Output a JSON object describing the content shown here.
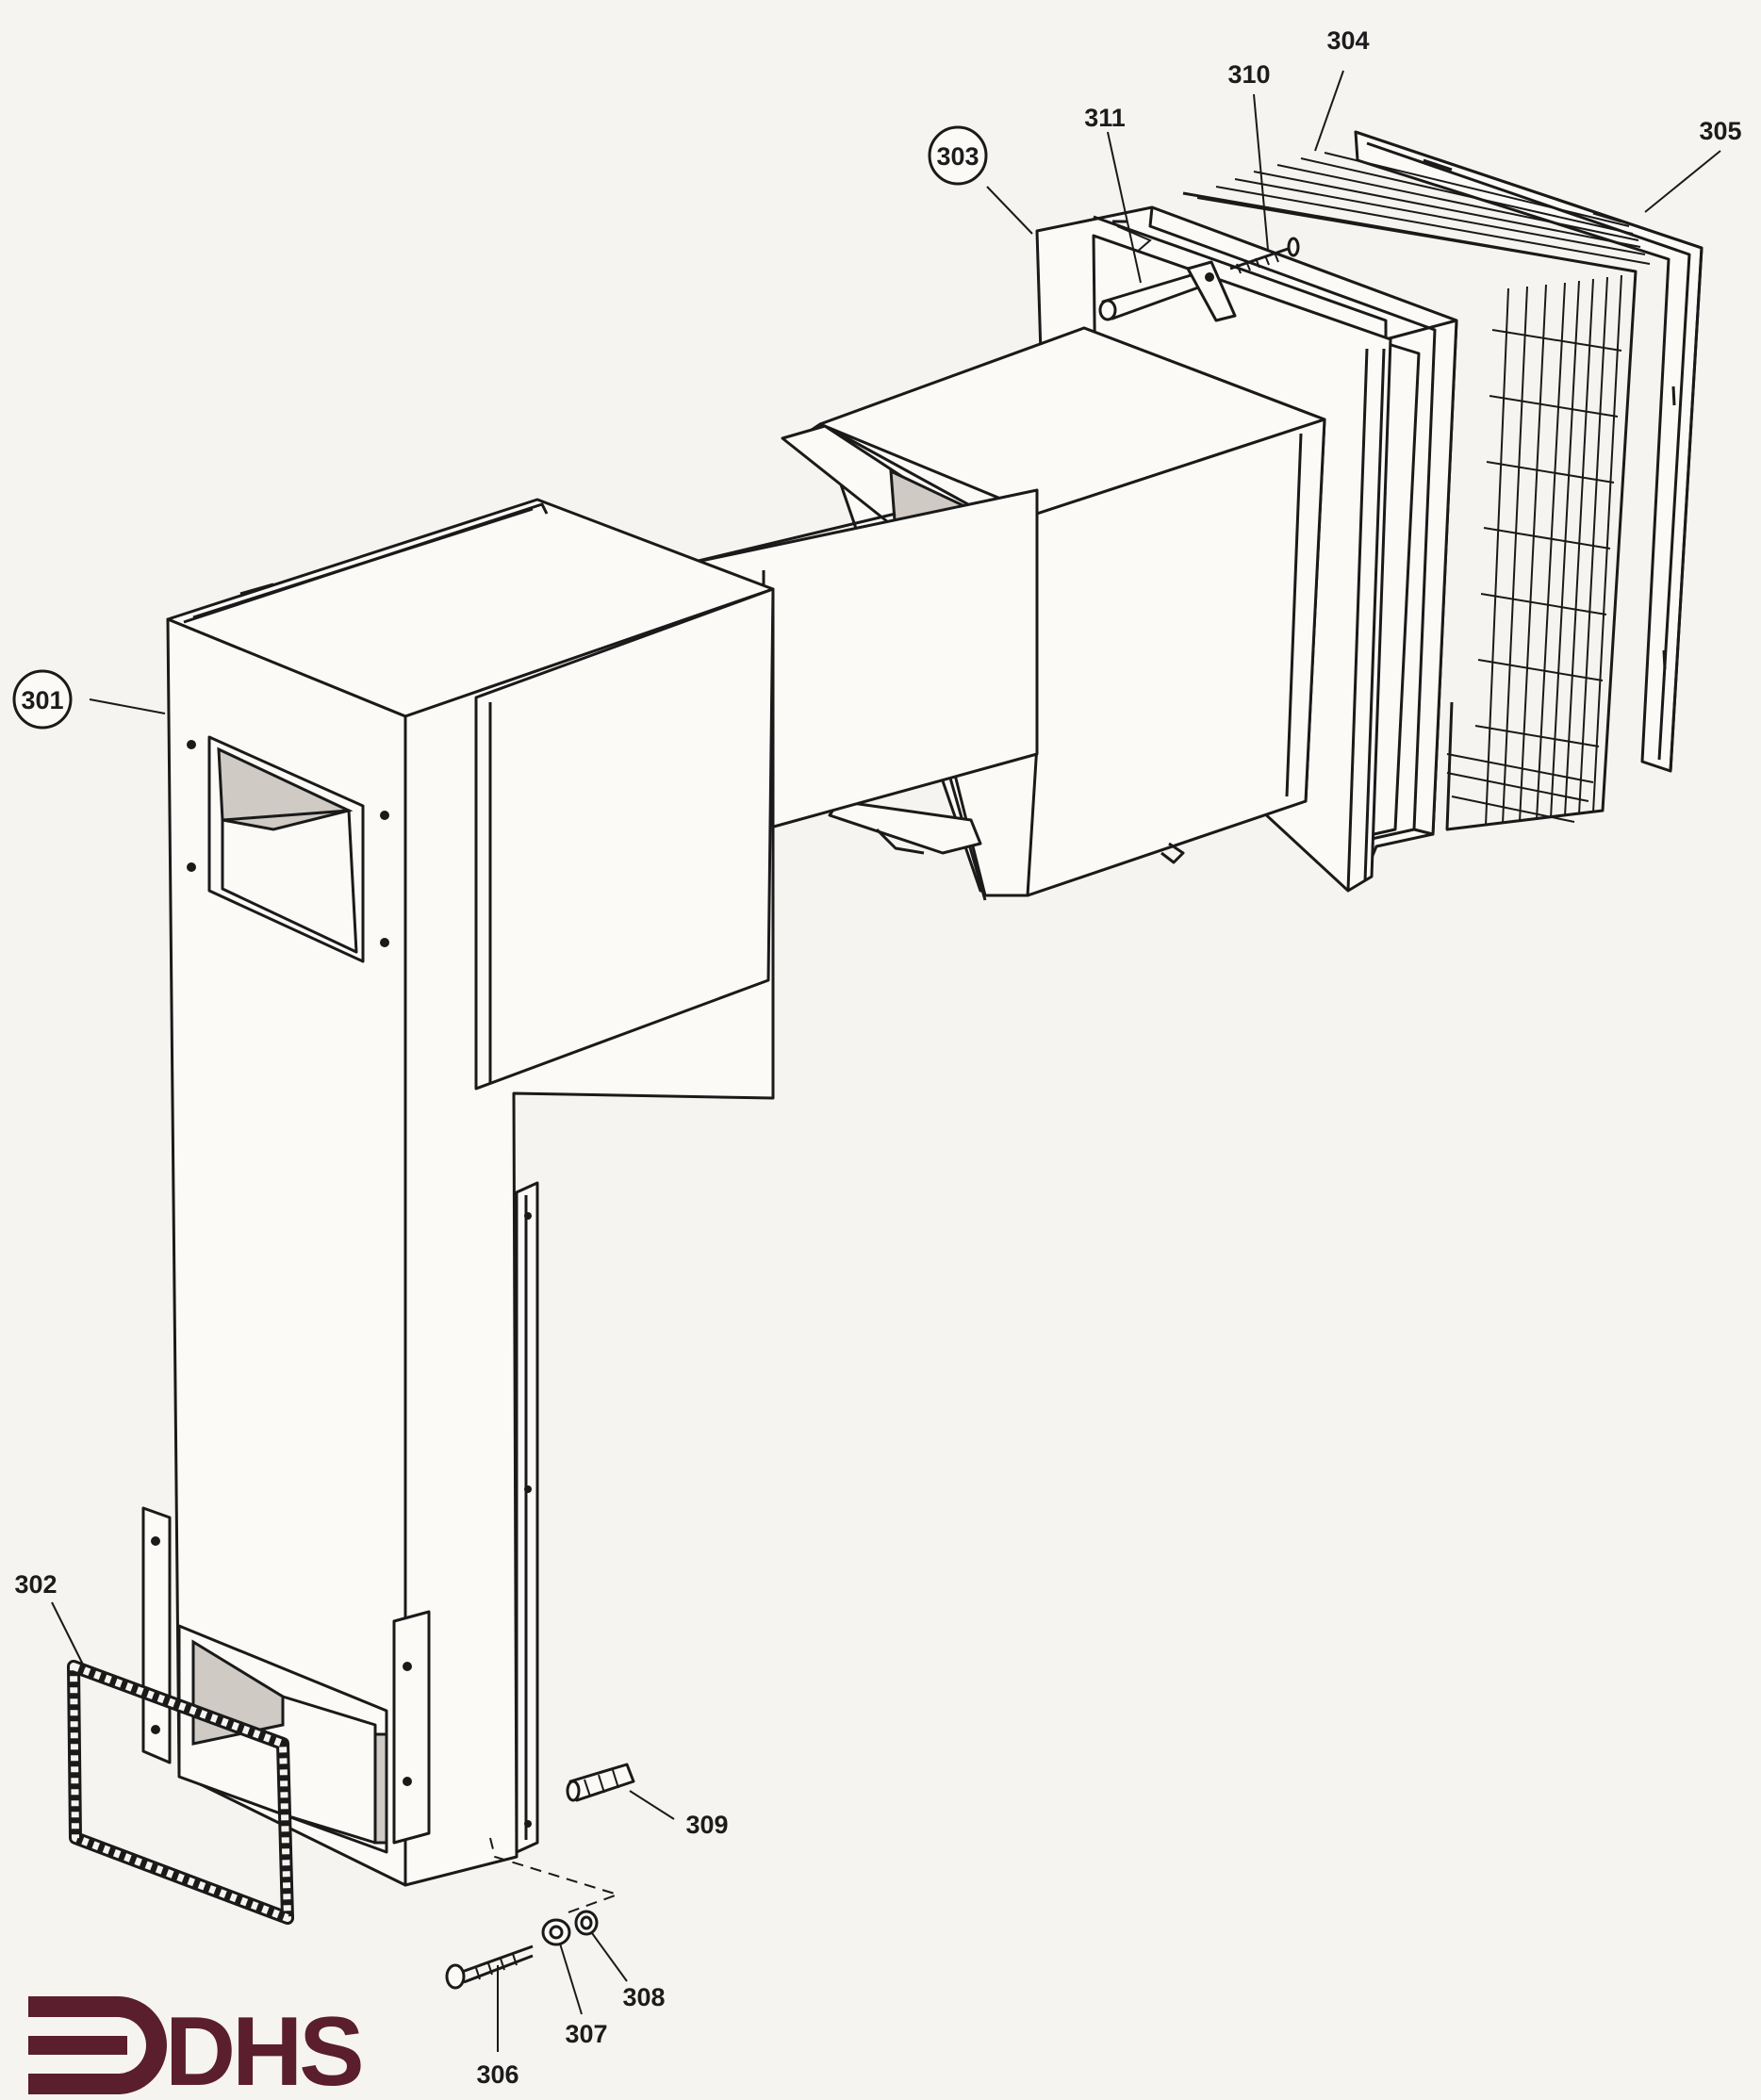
{
  "brand": {
    "logo_text": "DHS",
    "logo_color": "#5a1e2c"
  },
  "callouts": {
    "c301": "301",
    "c302": "302",
    "c303": "303",
    "c304": "304",
    "c305": "305",
    "c306": "306",
    "c307": "307",
    "c308": "308",
    "c309": "309",
    "c310": "310",
    "c311": "311"
  }
}
